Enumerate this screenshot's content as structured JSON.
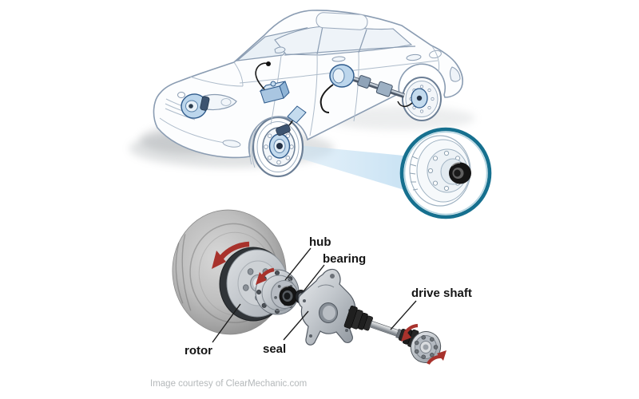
{
  "diagram": {
    "labels": {
      "hub": "hub",
      "bearing": "bearing",
      "rotor": "rotor",
      "seal": "seal",
      "drive_shaft": "drive shaft"
    },
    "caption": "Image courtesy of ClearMechanic.com",
    "colors": {
      "magnifier_ring_teal": "#16708f",
      "magnifier_inner_ring": "#b7d6e2",
      "beam_blue": "#bfdcf1",
      "highlight_blue": "#c4dbee",
      "highlight_stroke_blue": "#2f5b8c",
      "rotation_arrow_red": "#a8322c",
      "label_text": "#141414",
      "caption_gray": "#b4b8ba"
    }
  }
}
